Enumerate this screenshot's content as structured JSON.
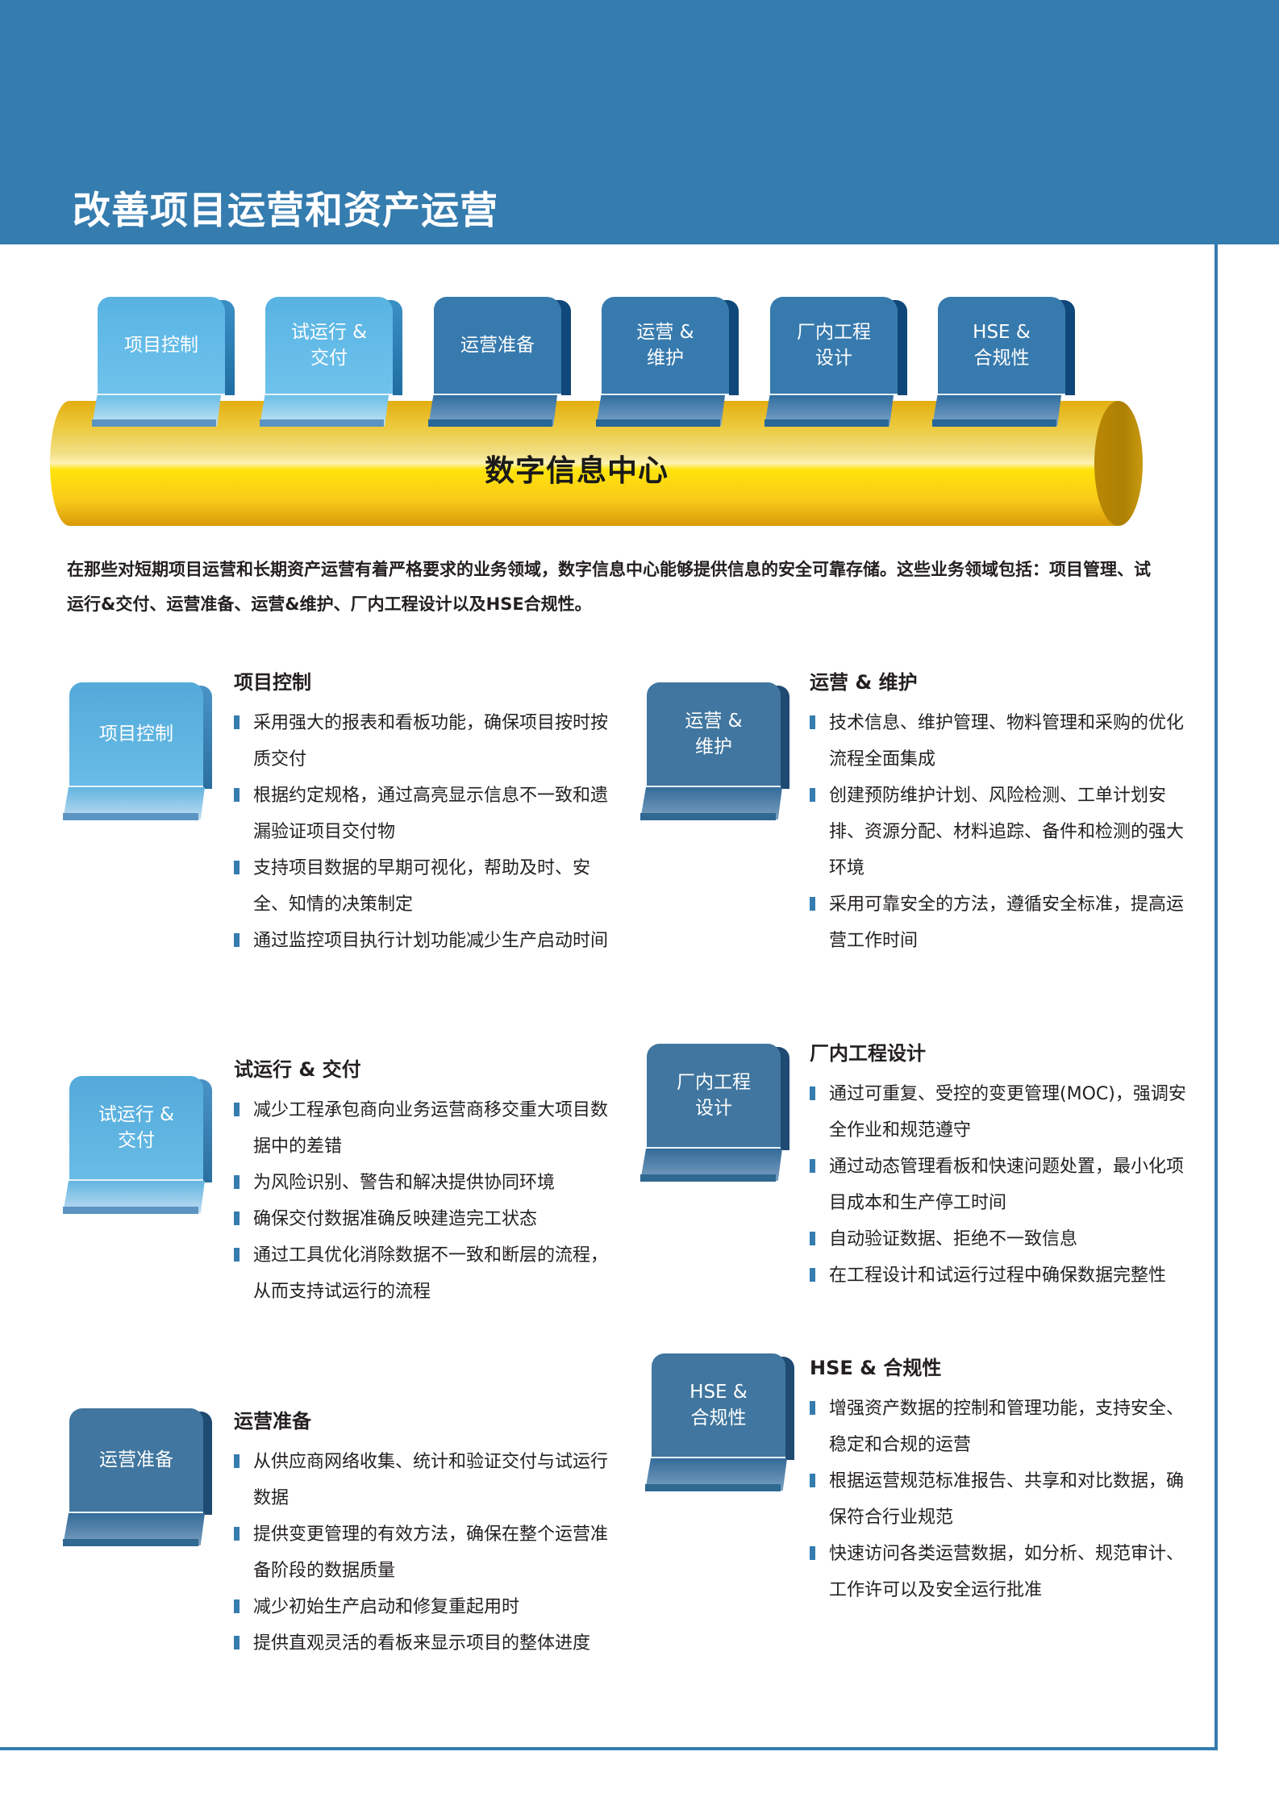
{
  "header": {
    "title": "改善项目运营和资产运营",
    "background_color": "#357caf"
  },
  "diagram": {
    "center_label": "数字信息中心",
    "tabs": [
      {
        "label": "项目控制",
        "style": "light"
      },
      {
        "label": "试运行 &\n交付",
        "style": "light"
      },
      {
        "label": "运营准备",
        "style": "dark"
      },
      {
        "label": "运营 &\n维护",
        "style": "dark"
      },
      {
        "label": "厂内工程\n设计",
        "style": "dark"
      },
      {
        "label": "HSE &\n合规性",
        "style": "dark"
      }
    ]
  },
  "intro": "在那些对短期项目运营和长期资产运营有着严格要求的业务领域，数字信息中心能够提供信息的安全可靠存储。这些业务领域包括：项目管理、试运行&交付、运营准备、运营&维护、厂内工程设计以及HSE合规性。",
  "sections": [
    {
      "tab_label": "项目控制",
      "title": "项目控制",
      "bullets": [
        "采用强大的报表和看板功能，确保项目按时按质交付",
        "根据约定规格，通过高亮显示信息不一致和遗漏验证项目交付物",
        "支持项目数据的早期可视化，帮助及时、安全、知情的决策制定",
        "通过监控项目执行计划功能减少生产启动时间"
      ]
    },
    {
      "tab_label": "运营 &\n维护",
      "title": "运营 & 维护",
      "bullets": [
        "技术信息、维护管理、物料管理和采购的优化流程全面集成",
        "创建预防维护计划、风险检测、工单计划安排、资源分配、材料追踪、备件和检测的强大环境",
        "采用可靠安全的方法，遵循安全标准，提高运营工作时间"
      ]
    },
    {
      "tab_label": "试运行 &\n交付",
      "title": "试运行 & 交付",
      "bullets": [
        "减少工程承包商向业务运营商移交重大项目数据中的差错",
        "为风险识别、警告和解决提供协同环境",
        "确保交付数据准确反映建造完工状态",
        "通过工具优化消除数据不一致和断层的流程，从而支持试运行的流程"
      ]
    },
    {
      "tab_label": "厂内工程\n设计",
      "title": "厂内工程设计",
      "bullets": [
        "通过可重复、受控的变更管理(MOC)，强调安全作业和规范遵守",
        "通过动态管理看板和快速问题处置，最小化项目成本和生产停工时间",
        "自动验证数据、拒绝不一致信息",
        "在工程设计和试运行过程中确保数据完整性"
      ]
    },
    {
      "tab_label": "运营准备",
      "title": "运营准备",
      "bullets": [
        "从供应商网络收集、统计和验证交付与试运行数据",
        "提供变更管理的有效方法，确保在整个运营准备阶段的数据质量",
        "减少初始生产启动和修复重起用时",
        "提供直观灵活的看板来显示项目的整体进度"
      ]
    },
    {
      "tab_label": "HSE &\n合规性",
      "title": "HSE & 合规性",
      "bullets": [
        "增强资产数据的控制和管理功能，支持安全、稳定和合规的运营",
        "根据运营规范标准报告、共享和对比数据，确保符合行业规范",
        "快速访问各类运营数据，如分析、规范审计、工作许可以及安全运行批准"
      ]
    }
  ]
}
